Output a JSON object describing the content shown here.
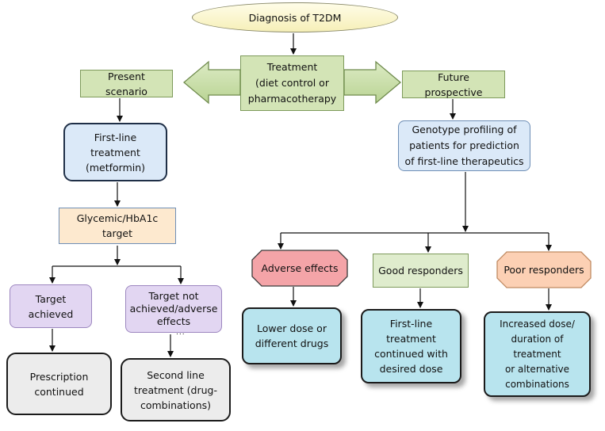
{
  "colors": {
    "treatment_fill": "#d3e4b6",
    "first_line_fill": "#dbe9f8",
    "glycemic_fill": "#fde9cf",
    "target_fill": "#e2d6f2",
    "outcome_fill": "#ececec",
    "adverse_fill": "#f4a4a8",
    "poor_fill": "#fcd0b4",
    "result_fill": "#b8e4ee"
  },
  "nodes": {
    "diagnosis": "Diagnosis of T2DM",
    "treatment": "Treatment\n(diet control or\npharmacotherapy",
    "present": "Present scenario",
    "future": "Future prospective",
    "first_line": "First-line\ntreatment\n(metformin)",
    "genotype": "Genotype profiling of\npatients for prediction\nof first-line therapeutics",
    "glycemic": "Glycemic/HbA1c\ntarget",
    "target_achieved": "Target\nachieved",
    "target_not": "Target not\nachieved/adverse\neffects",
    "prescription": "Prescription\ncontinued",
    "second_line": "Second line\ntreatment (drug-\ncombinations)",
    "adverse": "Adverse effects",
    "good": "Good responders",
    "poor": "Poor responders",
    "lower_dose": "Lower dose or\ndifferent drugs",
    "first_continued": "First-line treatment\ncontinued with\ndesired dose",
    "increased": "Increased dose/\nduration of treatment\nor alternative\ncombinations"
  },
  "marks": {
    "dots": "..."
  }
}
